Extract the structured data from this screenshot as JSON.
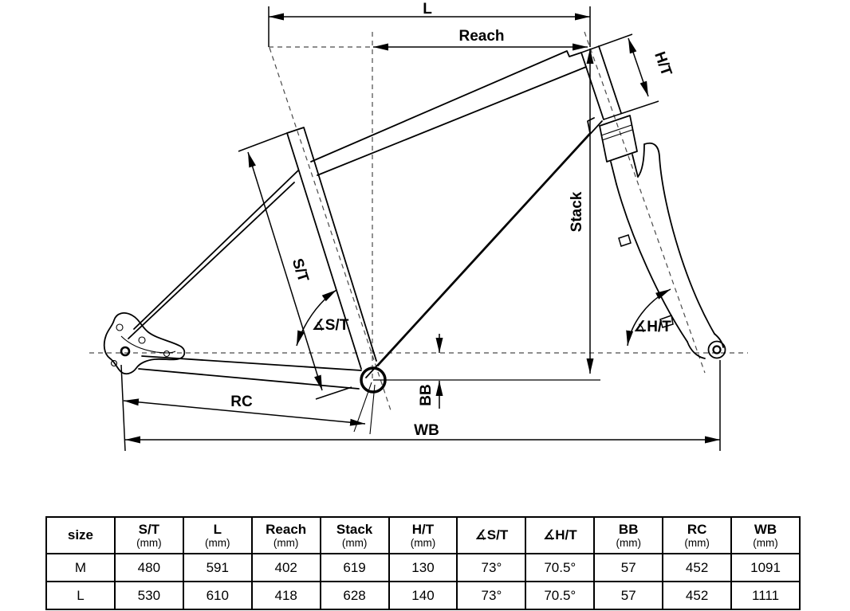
{
  "diagram": {
    "labels": {
      "l": "L",
      "reach": "Reach",
      "ht": "H/T",
      "stack": "Stack",
      "st": "S/T",
      "angle_st": "∡S/T",
      "angle_ht": "∡H/T",
      "bb": "BB",
      "rc": "RC",
      "wb": "WB"
    }
  },
  "table": {
    "columns": [
      {
        "key": "size",
        "label": "size",
        "sub": ""
      },
      {
        "key": "st",
        "label": "S/T",
        "sub": "(mm)"
      },
      {
        "key": "l",
        "label": "L",
        "sub": "(mm)"
      },
      {
        "key": "reach",
        "label": "Reach",
        "sub": "(mm)"
      },
      {
        "key": "stack",
        "label": "Stack",
        "sub": "(mm)"
      },
      {
        "key": "ht",
        "label": "H/T",
        "sub": "(mm)"
      },
      {
        "key": "angle-st",
        "label": "∡S/T",
        "sub": ""
      },
      {
        "key": "angle-ht",
        "label": "∡H/T",
        "sub": ""
      },
      {
        "key": "bb",
        "label": "BB",
        "sub": "(mm)"
      },
      {
        "key": "rc",
        "label": "RC",
        "sub": "(mm)"
      },
      {
        "key": "wb",
        "label": "WB",
        "sub": "(mm)"
      }
    ],
    "rows": [
      [
        "M",
        "480",
        "591",
        "402",
        "619",
        "130",
        "73°",
        "70.5°",
        "57",
        "452",
        "1091"
      ],
      [
        "L",
        "530",
        "610",
        "418",
        "628",
        "140",
        "73°",
        "70.5°",
        "57",
        "452",
        "1111"
      ]
    ]
  },
  "colors": {
    "line": "#000000",
    "construction_line": "#4a4a4a",
    "background": "#ffffff"
  }
}
